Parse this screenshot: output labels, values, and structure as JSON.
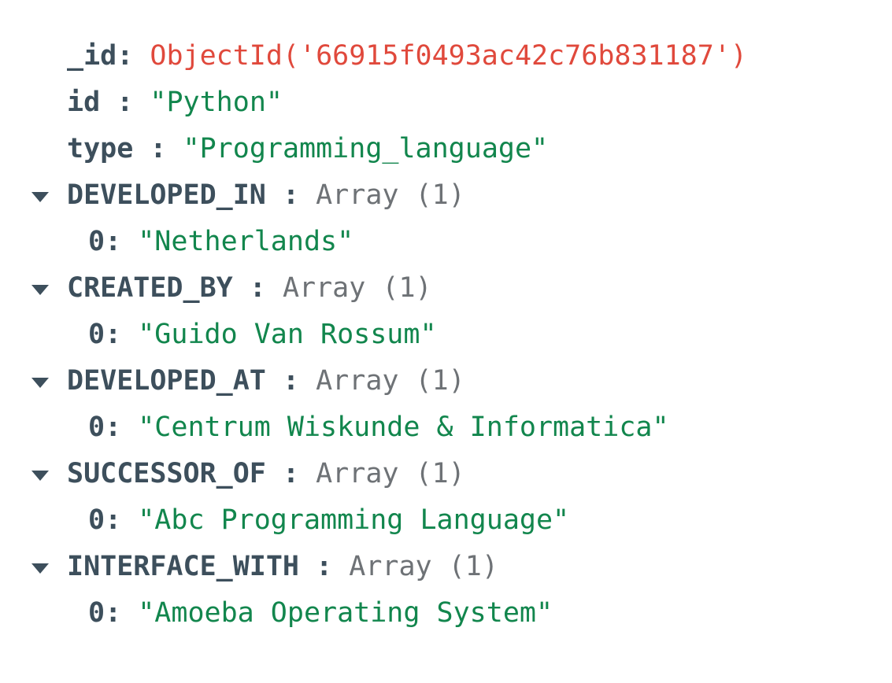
{
  "document_viewer": {
    "background": "#ffffff",
    "colors": {
      "key": "#3d4f5c",
      "string_value": "#12864d",
      "objectid_value": "#e0493c",
      "type_label": "#6e7276"
    },
    "rows": [
      {
        "kind": "field",
        "expandable": false,
        "key": "_id",
        "separator": ":",
        "value": "ObjectId('66915f0493ac42c76b831187')",
        "value_kind": "objectid"
      },
      {
        "kind": "field",
        "expandable": false,
        "key": "id",
        "separator": " :",
        "value": "\"Python\"",
        "value_kind": "string"
      },
      {
        "kind": "field",
        "expandable": false,
        "key": "type",
        "separator": " :",
        "value": "\"Programming_language\"",
        "value_kind": "string"
      },
      {
        "kind": "array",
        "expandable": true,
        "expanded": true,
        "twisty": "triangle-down-icon",
        "key": "DEVELOPED_IN",
        "separator": " :",
        "value": "Array (1)",
        "value_kind": "type"
      },
      {
        "kind": "item",
        "expandable": false,
        "key": "0",
        "separator": ":",
        "value": "\"Netherlands\"",
        "value_kind": "string"
      },
      {
        "kind": "array",
        "expandable": true,
        "expanded": true,
        "twisty": "triangle-down-icon",
        "key": "CREATED_BY",
        "separator": " :",
        "value": "Array (1)",
        "value_kind": "type"
      },
      {
        "kind": "item",
        "expandable": false,
        "key": "0",
        "separator": ":",
        "value": "\"Guido Van Rossum\"",
        "value_kind": "string"
      },
      {
        "kind": "array",
        "expandable": true,
        "expanded": true,
        "twisty": "triangle-down-icon",
        "key": "DEVELOPED_AT",
        "separator": " :",
        "value": "Array (1)",
        "value_kind": "type"
      },
      {
        "kind": "item",
        "expandable": false,
        "key": "0",
        "separator": ":",
        "value": "\"Centrum Wiskunde & Informatica\"",
        "value_kind": "string"
      },
      {
        "kind": "array",
        "expandable": true,
        "expanded": true,
        "twisty": "triangle-down-icon",
        "key": "SUCCESSOR_OF",
        "separator": " :",
        "value": "Array (1)",
        "value_kind": "type"
      },
      {
        "kind": "item",
        "expandable": false,
        "key": "0",
        "separator": ":",
        "value": "\"Abc Programming Language\"",
        "value_kind": "string"
      },
      {
        "kind": "array",
        "expandable": true,
        "expanded": true,
        "twisty": "triangle-down-icon",
        "key": "INTERFACE_WITH",
        "separator": " :",
        "value": "Array (1)",
        "value_kind": "type"
      },
      {
        "kind": "item",
        "expandable": false,
        "key": "0",
        "separator": ":",
        "value": "\"Amoeba Operating System\"",
        "value_kind": "string"
      }
    ]
  }
}
